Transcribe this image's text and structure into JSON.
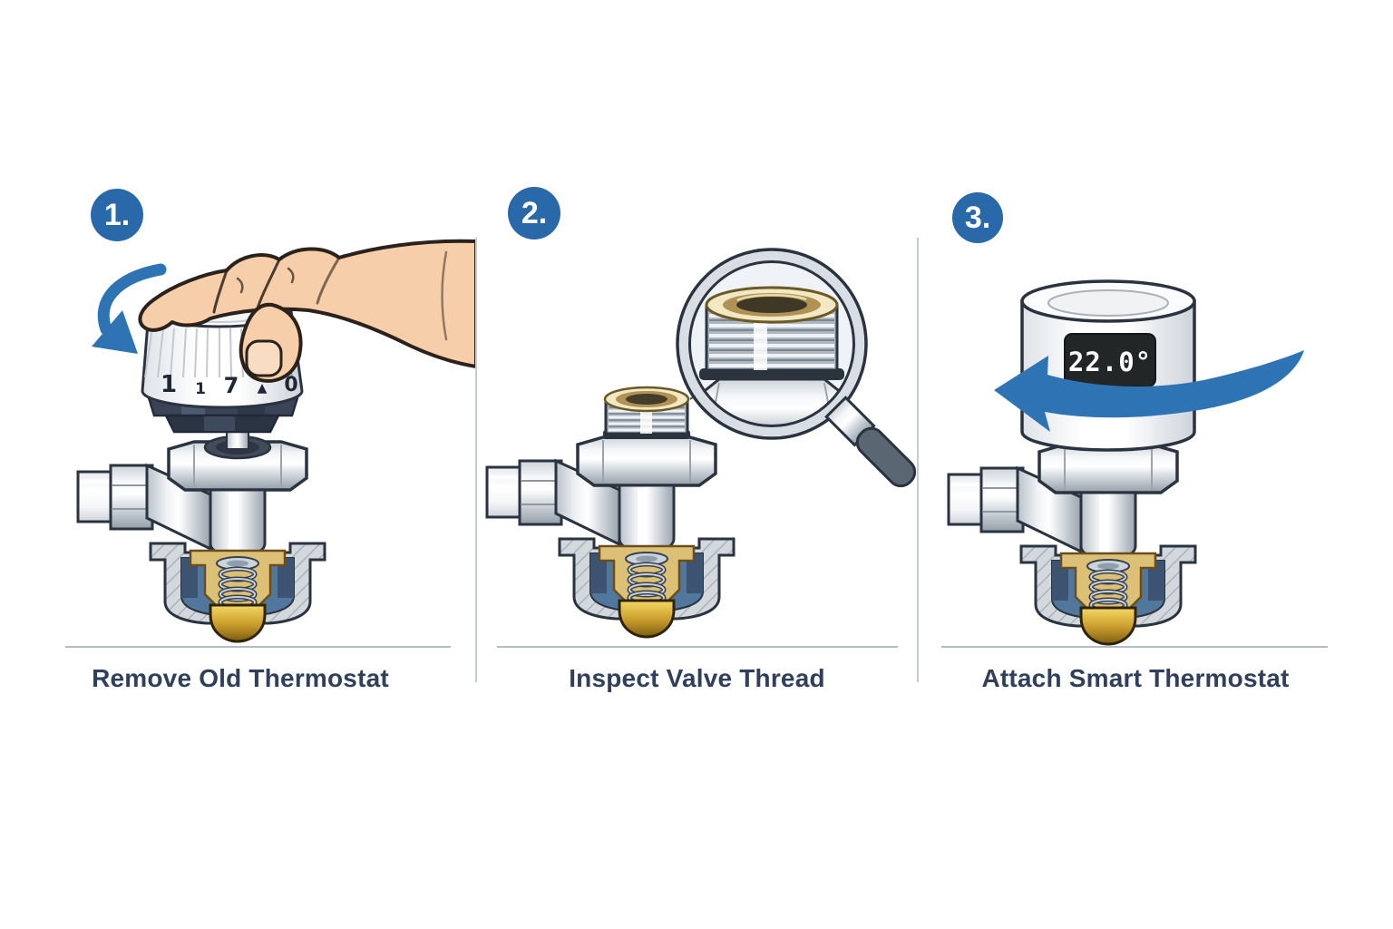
{
  "steps": [
    {
      "number": "1.",
      "caption": "Remove Old Thermostat",
      "dial_markings": [
        "1",
        "1",
        "7",
        "▲",
        "0"
      ]
    },
    {
      "number": "2.",
      "caption": "Inspect Valve Thread"
    },
    {
      "number": "3.",
      "caption": "Attach Smart Thermostat",
      "display_value": "22.0°"
    }
  ],
  "colors": {
    "badge_blue": "#2a69a9",
    "arrow_blue": "#2e74b5",
    "caption_text": "#30405c",
    "divider": "#c6ccd6",
    "display_background": "#232627",
    "display_text": "#ffffff",
    "brass": "#dcc076",
    "water_blue": "#52779c"
  }
}
